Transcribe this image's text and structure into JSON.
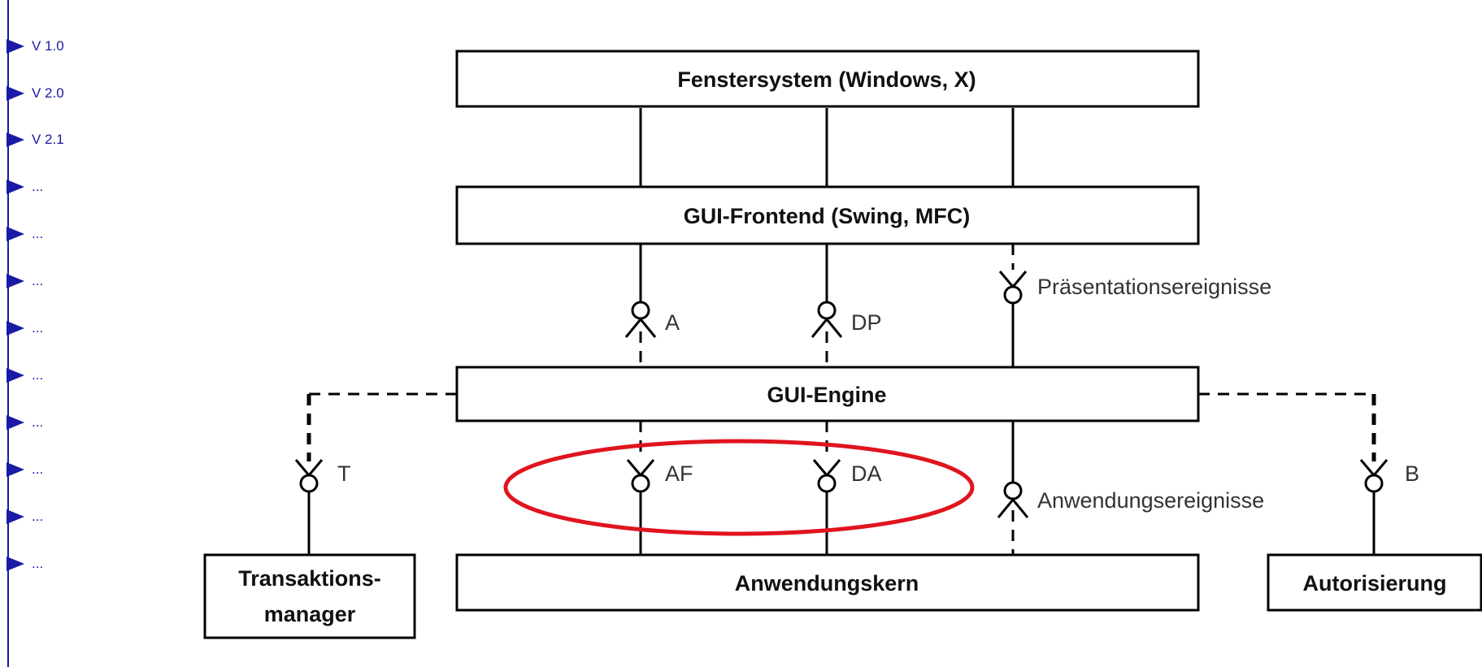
{
  "nav": {
    "items": [
      {
        "label": "V 1.0"
      },
      {
        "label": "V 2.0"
      },
      {
        "label": "V 2.1"
      },
      {
        "label": "..."
      },
      {
        "label": "..."
      },
      {
        "label": "..."
      },
      {
        "label": "..."
      },
      {
        "label": "..."
      },
      {
        "label": "..."
      },
      {
        "label": "..."
      },
      {
        "label": "..."
      },
      {
        "label": "..."
      }
    ]
  },
  "diagram": {
    "boxes": {
      "fenstersystem": "Fenstersystem (Windows, X)",
      "gui_frontend": "GUI-Frontend (Swing, MFC)",
      "gui_engine": "GUI-Engine",
      "anwendungskern": "Anwendungskern",
      "transaktions_line1": "Transaktions-",
      "transaktions_line2": "manager",
      "autorisierung": "Autorisierung"
    },
    "interfaces": {
      "a": "A",
      "dp": "DP",
      "praesentation": "Präsentationsereignisse",
      "t": "T",
      "af": "AF",
      "da": "DA",
      "anwendung": "Anwendungsereignisse",
      "b": "B"
    },
    "highlight_color": "#e0141e"
  }
}
